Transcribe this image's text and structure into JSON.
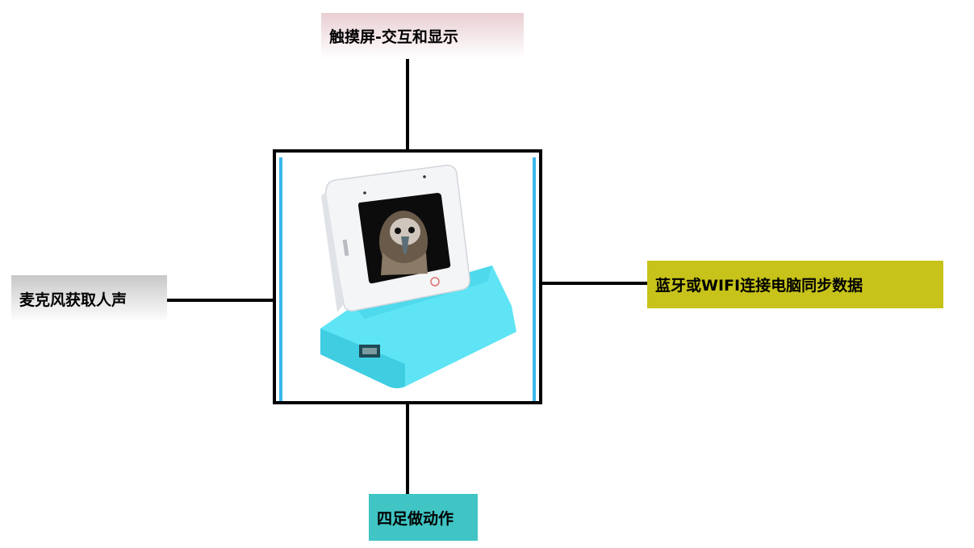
{
  "labels": {
    "top": "触摸屏-交互和显示",
    "left": "麦克风获取人声",
    "right": "蓝牙或WIFI连接电脑同步数据",
    "bottom": "四足做动作"
  },
  "colors": {
    "top_bg_start": "#e9cfd3",
    "left_bg_start": "#c8c8c8",
    "right_bg": "#c7c31a",
    "bottom_bg": "#40c4c4",
    "dock": "#5ee4f5",
    "frame_side": "#3ab6e8"
  },
  "icons": {
    "device": "robot-device-image"
  }
}
